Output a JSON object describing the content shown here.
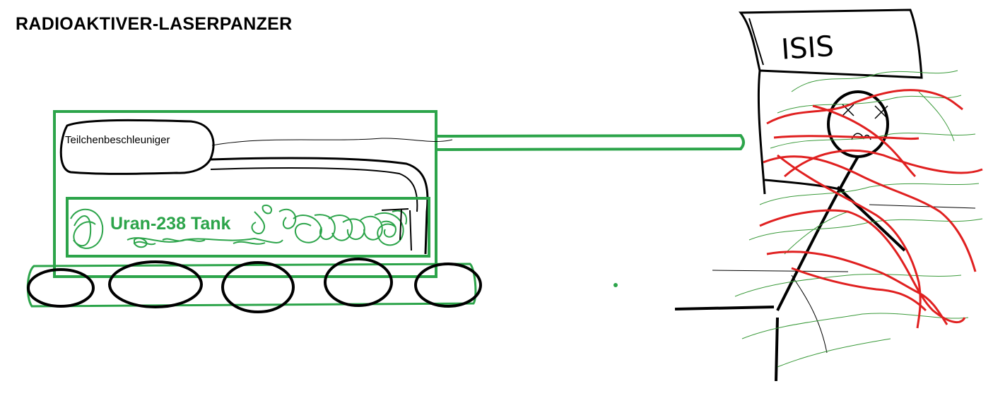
{
  "title": "RADIOAKTIVER-LASERPANZER",
  "labels": {
    "accelerator": "Teilchenbeschleuniger",
    "uranium_tank": "Uran-238 Tank",
    "sign": "ISIS"
  },
  "colors": {
    "green": "#2ca44a",
    "black": "#000000",
    "red": "#e02020",
    "thin_green": "#3a9a3a"
  }
}
